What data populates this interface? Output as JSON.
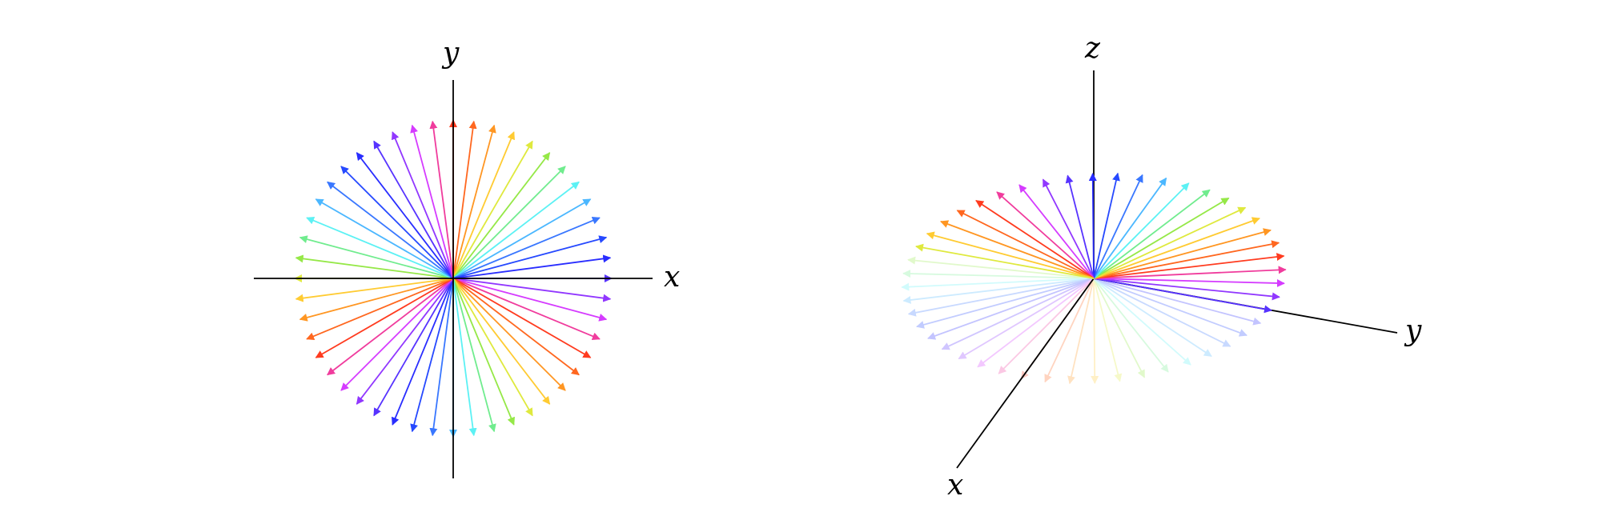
{
  "left_diagram": {
    "x_axis_label": "x",
    "y_axis_label": "y",
    "vector_count": 48
  },
  "right_diagram": {
    "x_axis_label": "x",
    "y_axis_label": "y",
    "z_axis_label": "z",
    "vector_count": 48,
    "vectors_in_plane": "xy",
    "back_vectors_faded": true
  },
  "hue_cycle_colors": [
    "#ff3b1f",
    "#ff8a1f",
    "#ffe93a",
    "#7de84a",
    "#5af2ff",
    "#3b7cff",
    "#1a2bff",
    "#6b35ff",
    "#e43cff"
  ]
}
